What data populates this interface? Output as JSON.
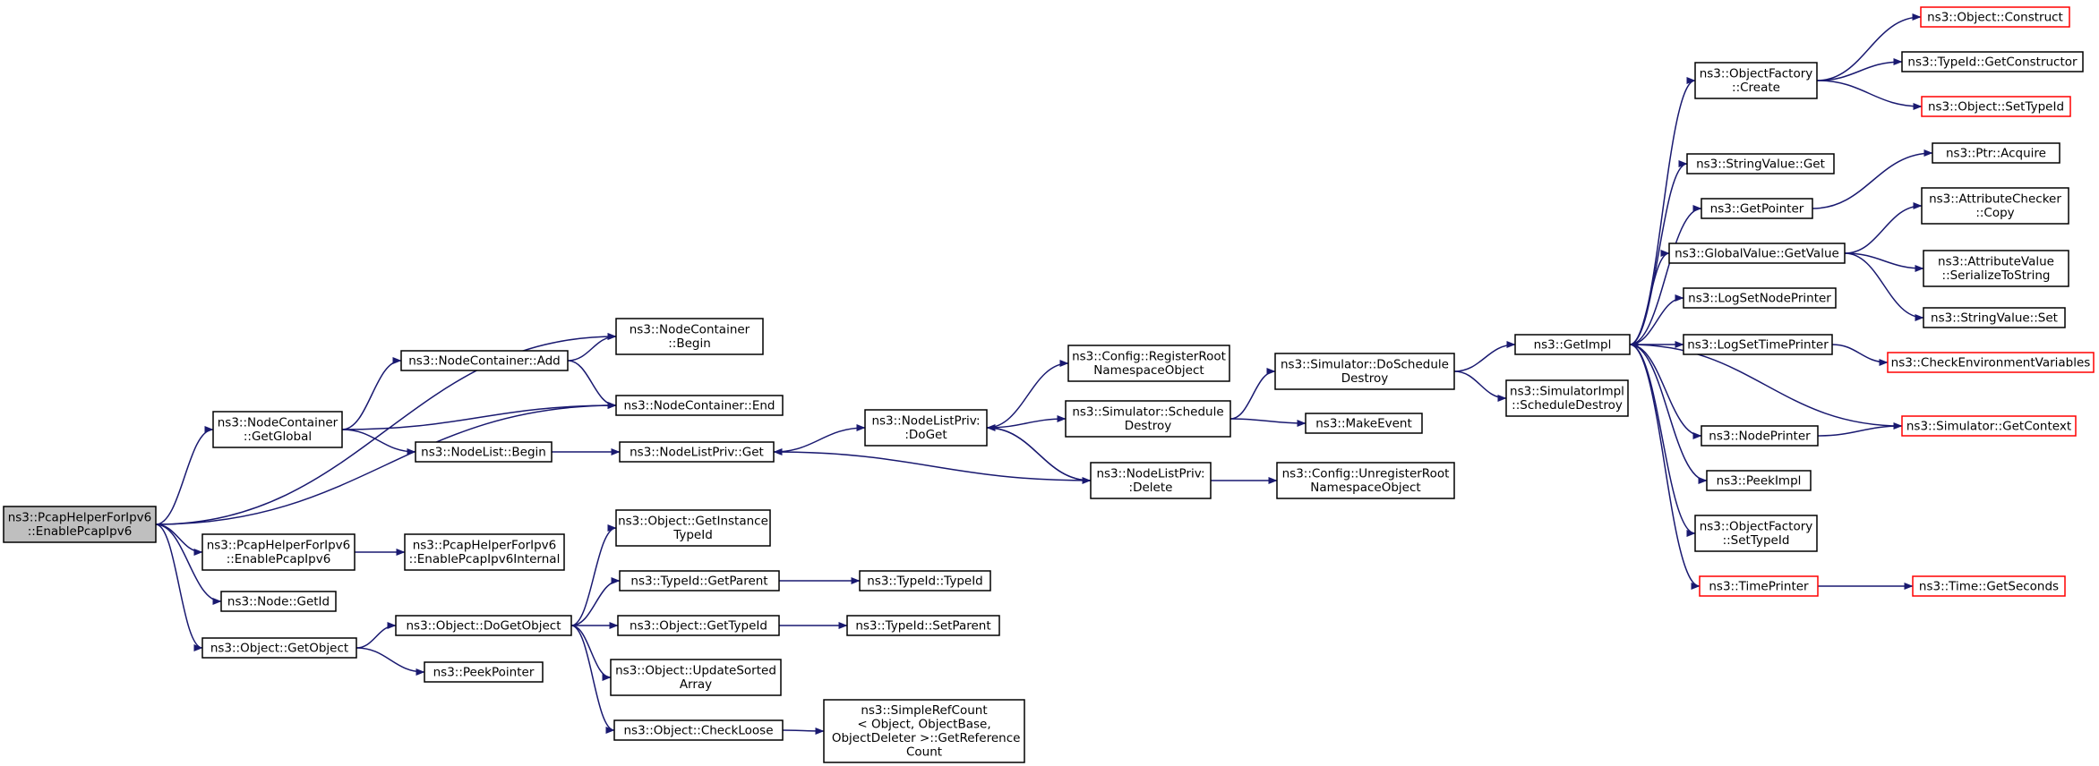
{
  "colors": {
    "edge": "#191970",
    "node_border": "#000000",
    "truncated_border": "#ff0000",
    "root_fill": "#bfbfbf",
    "node_fill": "#ffffff"
  },
  "nodes": [
    {
      "id": "root",
      "lines": [
        "ns3::PcapHelperForIpv6",
        "::EnablePcapIpv6"
      ],
      "style": "root"
    },
    {
      "id": "nc_global",
      "lines": [
        "ns3::NodeContainer",
        "::GetGlobal"
      ],
      "style": "normal"
    },
    {
      "id": "phi_enable",
      "lines": [
        "ns3::PcapHelperForIpv6",
        "::EnablePcapIpv6"
      ],
      "style": "normal"
    },
    {
      "id": "node_getid",
      "lines": [
        "ns3::Node::GetId"
      ],
      "style": "normal"
    },
    {
      "id": "obj_getobject",
      "lines": [
        "ns3::Object::GetObject"
      ],
      "style": "normal"
    },
    {
      "id": "nc_begin",
      "lines": [
        "ns3::NodeContainer",
        "::Begin"
      ],
      "style": "normal"
    },
    {
      "id": "nc_add",
      "lines": [
        "ns3::NodeContainer::Add"
      ],
      "style": "normal"
    },
    {
      "id": "nc_end",
      "lines": [
        "ns3::NodeContainer::End"
      ],
      "style": "normal"
    },
    {
      "id": "nl_begin",
      "lines": [
        "ns3::NodeList::Begin"
      ],
      "style": "normal"
    },
    {
      "id": "nlp_get",
      "lines": [
        "ns3::NodeListPriv::Get"
      ],
      "style": "normal"
    },
    {
      "id": "phi_internal",
      "lines": [
        "ns3::PcapHelperForIpv6",
        "::EnablePcapIpv6Internal"
      ],
      "style": "normal"
    },
    {
      "id": "obj_getinst",
      "lines": [
        "ns3::Object::GetInstance",
        "TypeId"
      ],
      "style": "normal"
    },
    {
      "id": "tid_getparent",
      "lines": [
        "ns3::TypeId::GetParent"
      ],
      "style": "normal"
    },
    {
      "id": "obj_dogetobject",
      "lines": [
        "ns3::Object::DoGetObject"
      ],
      "style": "normal"
    },
    {
      "id": "obj_gettypeid",
      "lines": [
        "ns3::Object::GetTypeId"
      ],
      "style": "normal"
    },
    {
      "id": "peekpointer",
      "lines": [
        "ns3::PeekPointer"
      ],
      "style": "normal"
    },
    {
      "id": "obj_updatesorted",
      "lines": [
        "ns3::Object::UpdateSorted",
        "Array"
      ],
      "style": "normal"
    },
    {
      "id": "obj_checkloose",
      "lines": [
        "ns3::Object::CheckLoose"
      ],
      "style": "normal"
    },
    {
      "id": "tid_typeid",
      "lines": [
        "ns3::TypeId::TypeId"
      ],
      "style": "normal"
    },
    {
      "id": "tid_setparent",
      "lines": [
        "ns3::TypeId::SetParent"
      ],
      "style": "normal"
    },
    {
      "id": "simplerefcount",
      "lines": [
        "ns3::SimpleRefCount",
        "< Object, ObjectBase,",
        " ObjectDeleter >::GetReference",
        "Count"
      ],
      "style": "normal"
    },
    {
      "id": "nlp_doget",
      "lines": [
        "ns3::NodeListPriv:",
        ":DoGet"
      ],
      "style": "normal"
    },
    {
      "id": "cfg_register",
      "lines": [
        "ns3::Config::RegisterRoot",
        "NamespaceObject"
      ],
      "style": "normal"
    },
    {
      "id": "sim_schedule",
      "lines": [
        "ns3::Simulator::Schedule",
        "Destroy"
      ],
      "style": "normal"
    },
    {
      "id": "nlp_delete",
      "lines": [
        "ns3::NodeListPriv:",
        ":Delete"
      ],
      "style": "normal"
    },
    {
      "id": "sim_doschedule",
      "lines": [
        "ns3::Simulator::DoSchedule",
        "Destroy"
      ],
      "style": "normal"
    },
    {
      "id": "makeevent",
      "lines": [
        "ns3::MakeEvent"
      ],
      "style": "normal"
    },
    {
      "id": "cfg_unregister",
      "lines": [
        "ns3::Config::UnregisterRoot",
        "NamespaceObject"
      ],
      "style": "normal"
    },
    {
      "id": "getimpl",
      "lines": [
        "ns3::GetImpl"
      ],
      "style": "normal"
    },
    {
      "id": "simimpl_schedule",
      "lines": [
        "ns3::SimulatorImpl",
        "::ScheduleDestroy"
      ],
      "style": "normal"
    },
    {
      "id": "objfactory_create",
      "lines": [
        "ns3::ObjectFactory",
        "::Create"
      ],
      "style": "normal"
    },
    {
      "id": "stringvalue_get",
      "lines": [
        "ns3::StringValue::Get"
      ],
      "style": "normal"
    },
    {
      "id": "getpointer",
      "lines": [
        "ns3::GetPointer"
      ],
      "style": "normal"
    },
    {
      "id": "globalvalue_get",
      "lines": [
        "ns3::GlobalValue::GetValue"
      ],
      "style": "normal"
    },
    {
      "id": "logsetnode",
      "lines": [
        "ns3::LogSetNodePrinter"
      ],
      "style": "normal"
    },
    {
      "id": "logsettime",
      "lines": [
        "ns3::LogSetTimePrinter"
      ],
      "style": "normal"
    },
    {
      "id": "nodeprinter",
      "lines": [
        "ns3::NodePrinter"
      ],
      "style": "normal"
    },
    {
      "id": "peekimpl",
      "lines": [
        "ns3::PeekImpl"
      ],
      "style": "normal"
    },
    {
      "id": "objfactory_settype",
      "lines": [
        "ns3::ObjectFactory",
        "::SetTypeId"
      ],
      "style": "normal"
    },
    {
      "id": "timeprinter",
      "lines": [
        "ns3::TimePrinter"
      ],
      "style": "truncated"
    },
    {
      "id": "obj_construct",
      "lines": [
        "ns3::Object::Construct"
      ],
      "style": "truncated"
    },
    {
      "id": "tid_getctor",
      "lines": [
        "ns3::TypeId::GetConstructor"
      ],
      "style": "normal"
    },
    {
      "id": "obj_settypeid",
      "lines": [
        "ns3::Object::SetTypeId"
      ],
      "style": "truncated"
    },
    {
      "id": "ptr_acquire",
      "lines": [
        "ns3::Ptr::Acquire"
      ],
      "style": "normal"
    },
    {
      "id": "attrchecker_copy",
      "lines": [
        "ns3::AttributeChecker",
        "::Copy"
      ],
      "style": "normal"
    },
    {
      "id": "attrvalue_serialize",
      "lines": [
        "ns3::AttributeValue",
        "::SerializeToString"
      ],
      "style": "normal"
    },
    {
      "id": "stringvalue_set",
      "lines": [
        "ns3::StringValue::Set"
      ],
      "style": "normal"
    },
    {
      "id": "checkenv",
      "lines": [
        "ns3::CheckEnvironmentVariables"
      ],
      "style": "truncated"
    },
    {
      "id": "sim_getcontext",
      "lines": [
        "ns3::Simulator::GetContext"
      ],
      "style": "truncated"
    },
    {
      "id": "time_getseconds",
      "lines": [
        "ns3::Time::GetSeconds"
      ],
      "style": "truncated"
    }
  ],
  "edges": [
    [
      "root",
      "nc_begin"
    ],
    [
      "root",
      "nc_global"
    ],
    [
      "root",
      "nc_end"
    ],
    [
      "root",
      "phi_enable"
    ],
    [
      "root",
      "node_getid"
    ],
    [
      "root",
      "obj_getobject"
    ],
    [
      "nc_global",
      "nc_add"
    ],
    [
      "nc_global",
      "nc_end"
    ],
    [
      "nc_global",
      "nl_begin"
    ],
    [
      "nc_add",
      "nc_begin"
    ],
    [
      "nc_add",
      "nc_end"
    ],
    [
      "nl_begin",
      "nlp_get"
    ],
    [
      "nlp_get",
      "nlp_doget"
    ],
    [
      "phi_enable",
      "phi_internal"
    ],
    [
      "obj_getobject",
      "obj_dogetobject"
    ],
    [
      "obj_getobject",
      "peekpointer"
    ],
    [
      "obj_dogetobject",
      "obj_getinst"
    ],
    [
      "obj_dogetobject",
      "tid_getparent"
    ],
    [
      "obj_dogetobject",
      "obj_gettypeid"
    ],
    [
      "obj_dogetobject",
      "obj_updatesorted"
    ],
    [
      "obj_dogetobject",
      "obj_checkloose"
    ],
    [
      "tid_getparent",
      "tid_typeid"
    ],
    [
      "obj_gettypeid",
      "tid_setparent"
    ],
    [
      "obj_checkloose",
      "simplerefcount"
    ],
    [
      "nlp_doget",
      "cfg_register"
    ],
    [
      "nlp_doget",
      "sim_schedule"
    ],
    [
      "nlp_doget",
      "nlp_delete"
    ],
    [
      "nlp_delete",
      "nlp_doget"
    ],
    [
      "nlp_delete",
      "nlp_get"
    ],
    [
      "nlp_delete",
      "cfg_unregister"
    ],
    [
      "sim_schedule",
      "sim_doschedule"
    ],
    [
      "sim_schedule",
      "makeevent"
    ],
    [
      "sim_doschedule",
      "getimpl"
    ],
    [
      "sim_doschedule",
      "simimpl_schedule"
    ],
    [
      "getimpl",
      "objfactory_create"
    ],
    [
      "getimpl",
      "stringvalue_get"
    ],
    [
      "getimpl",
      "getpointer"
    ],
    [
      "getimpl",
      "globalvalue_get"
    ],
    [
      "getimpl",
      "logsetnode"
    ],
    [
      "getimpl",
      "logsettime"
    ],
    [
      "getimpl",
      "nodeprinter"
    ],
    [
      "getimpl",
      "peekimpl"
    ],
    [
      "getimpl",
      "objfactory_settype"
    ],
    [
      "getimpl",
      "timeprinter"
    ],
    [
      "objfactory_create",
      "obj_construct"
    ],
    [
      "objfactory_create",
      "tid_getctor"
    ],
    [
      "objfactory_create",
      "obj_settypeid"
    ],
    [
      "getpointer",
      "ptr_acquire"
    ],
    [
      "globalvalue_get",
      "attrchecker_copy"
    ],
    [
      "globalvalue_get",
      "attrvalue_serialize"
    ],
    [
      "globalvalue_get",
      "stringvalue_set"
    ],
    [
      "logsettime",
      "checkenv"
    ],
    [
      "nodeprinter",
      "sim_getcontext"
    ],
    [
      "sim_getcontext",
      "getimpl"
    ],
    [
      "timeprinter",
      "time_getseconds"
    ]
  ]
}
